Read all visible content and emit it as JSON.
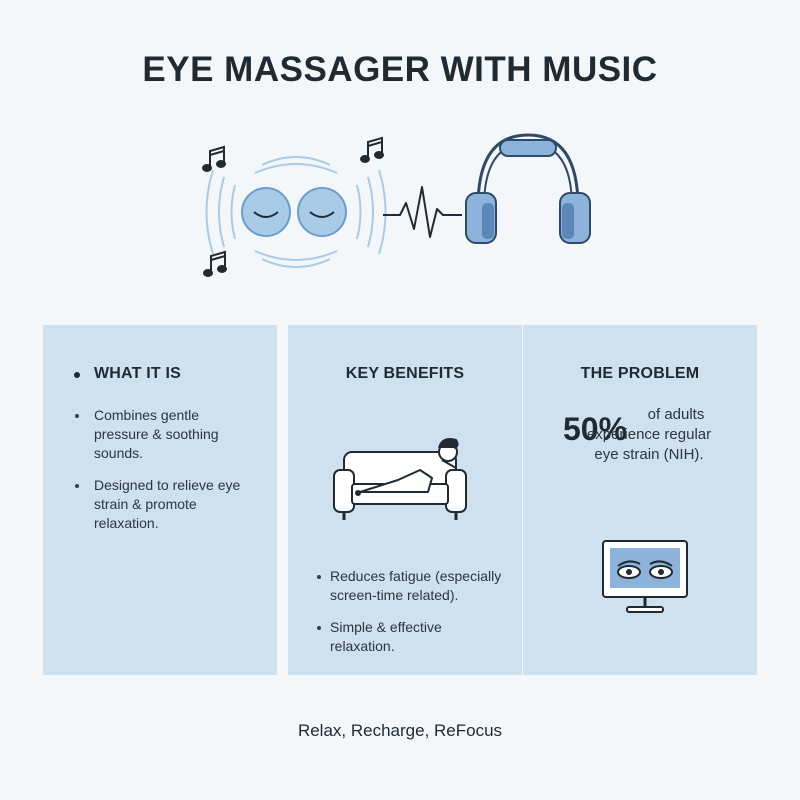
{
  "title": "EYE MASSAGER WITH MUSIC",
  "colors": {
    "background": "#f4f7fa",
    "panel": "#cfe0ef",
    "accent": "#8db3db",
    "dark": "#1f2a33"
  },
  "hero": {
    "icons": [
      "music-note-icon",
      "eye-massager-icon",
      "sound-wave-icon",
      "headphones-icon"
    ]
  },
  "panels": [
    {
      "heading": "WHAT IT IS",
      "bullets": [
        "Combines gentle pressure & soothing sounds.",
        "Designed to relieve eye strain & promote relaxation."
      ]
    },
    {
      "heading": "KEY BENEFITS",
      "illustration": "person-on-couch-icon",
      "bullets": [
        "Reduces fatigue (especially screen-time related).",
        "Simple & effective relaxation."
      ]
    },
    {
      "heading": "THE PROBLEM",
      "stat": "50%",
      "stat_text": "of adults experience regular eye strain (NIH).",
      "illustration": "monitor-tired-eyes-icon"
    }
  ],
  "footer": "Relax, Recharge, ReFocus"
}
